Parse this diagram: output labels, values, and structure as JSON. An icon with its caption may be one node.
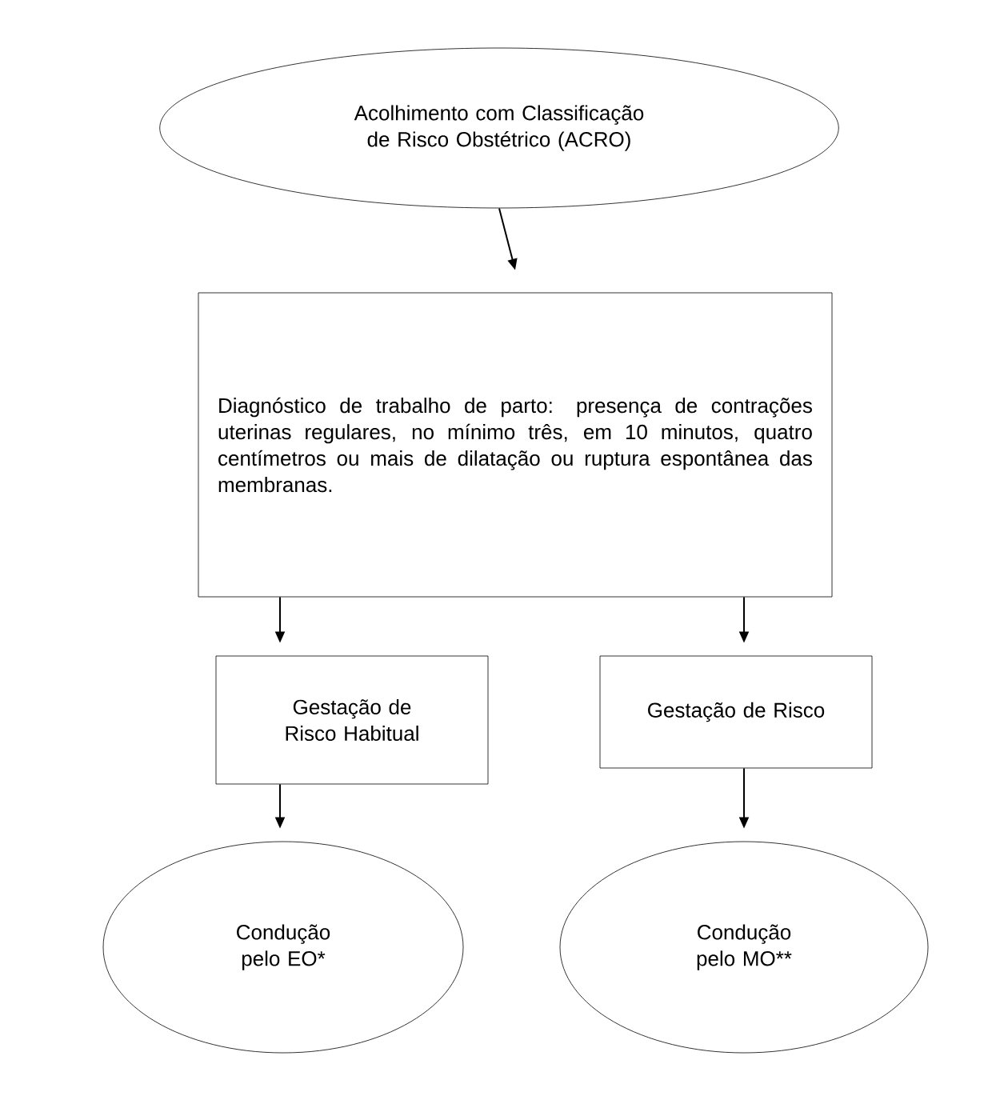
{
  "diagram": {
    "nodes": [
      {
        "text": [
          "Acolhimento com Classificação de Risco Obstétrico (ACRO)"
        ]
      },
      {
        "text": [
          "Diagnóstico de trabalho de parto: presença de contrações uterinas regulares, no mínimo três, em 10 minutos, quatro centímetros ou mais de dilatação ou ruptura espontânea das membranas."
        ]
      },
      {
        "text": [
          "Gestação de Risco Habitual"
        ]
      },
      {
        "text": [
          "Gestação de Risco"
        ]
      },
      {
        "text": [
          "Condução pelo EO*"
        ]
      },
      {
        "text": [
          "Condução pelo MO**"
        ]
      }
    ],
    "edges": [
      {
        "from": 0,
        "to": 1,
        "arrow": "to"
      },
      {
        "from": 1,
        "to": 2,
        "arrow": "to"
      },
      {
        "from": 1,
        "to": 3,
        "arrow": "to"
      },
      {
        "from": 2,
        "to": 4,
        "arrow": "to"
      },
      {
        "from": 3,
        "to": 5,
        "arrow": "to"
      }
    ]
  }
}
